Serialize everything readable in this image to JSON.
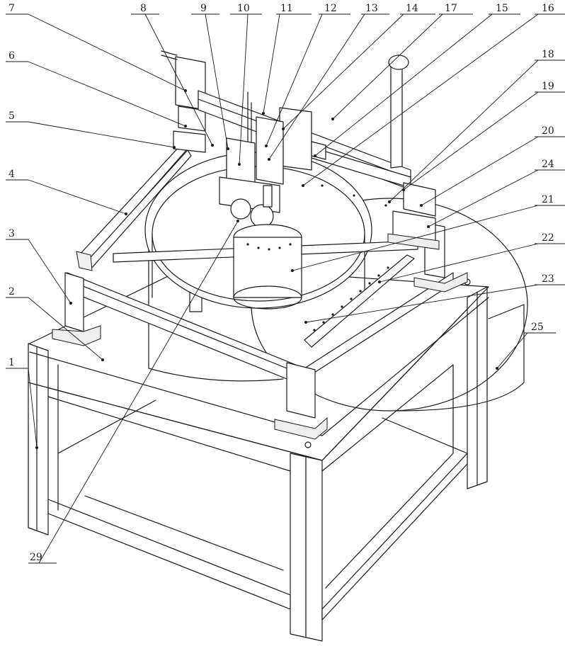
{
  "figure": {
    "callouts": [
      {
        "key": "c1",
        "label": "1"
      },
      {
        "key": "c2",
        "label": "2"
      },
      {
        "key": "c3",
        "label": "3"
      },
      {
        "key": "c4",
        "label": "4"
      },
      {
        "key": "c5",
        "label": "5"
      },
      {
        "key": "c6",
        "label": "6"
      },
      {
        "key": "c7",
        "label": "7"
      },
      {
        "key": "c8",
        "label": "8"
      },
      {
        "key": "c9",
        "label": "9"
      },
      {
        "key": "c10",
        "label": "10"
      },
      {
        "key": "c11",
        "label": "11"
      },
      {
        "key": "c12",
        "label": "12"
      },
      {
        "key": "c13",
        "label": "13"
      },
      {
        "key": "c14",
        "label": "14"
      },
      {
        "key": "c17",
        "label": "17"
      },
      {
        "key": "c15",
        "label": "15"
      },
      {
        "key": "c16",
        "label": "16"
      },
      {
        "key": "c18",
        "label": "18"
      },
      {
        "key": "c19",
        "label": "19"
      },
      {
        "key": "c20",
        "label": "20"
      },
      {
        "key": "c24",
        "label": "24"
      },
      {
        "key": "c21",
        "label": "21"
      },
      {
        "key": "c22",
        "label": "22"
      },
      {
        "key": "c23",
        "label": "23"
      },
      {
        "key": "c25",
        "label": "25"
      },
      {
        "key": "c29",
        "label": "29"
      }
    ]
  }
}
